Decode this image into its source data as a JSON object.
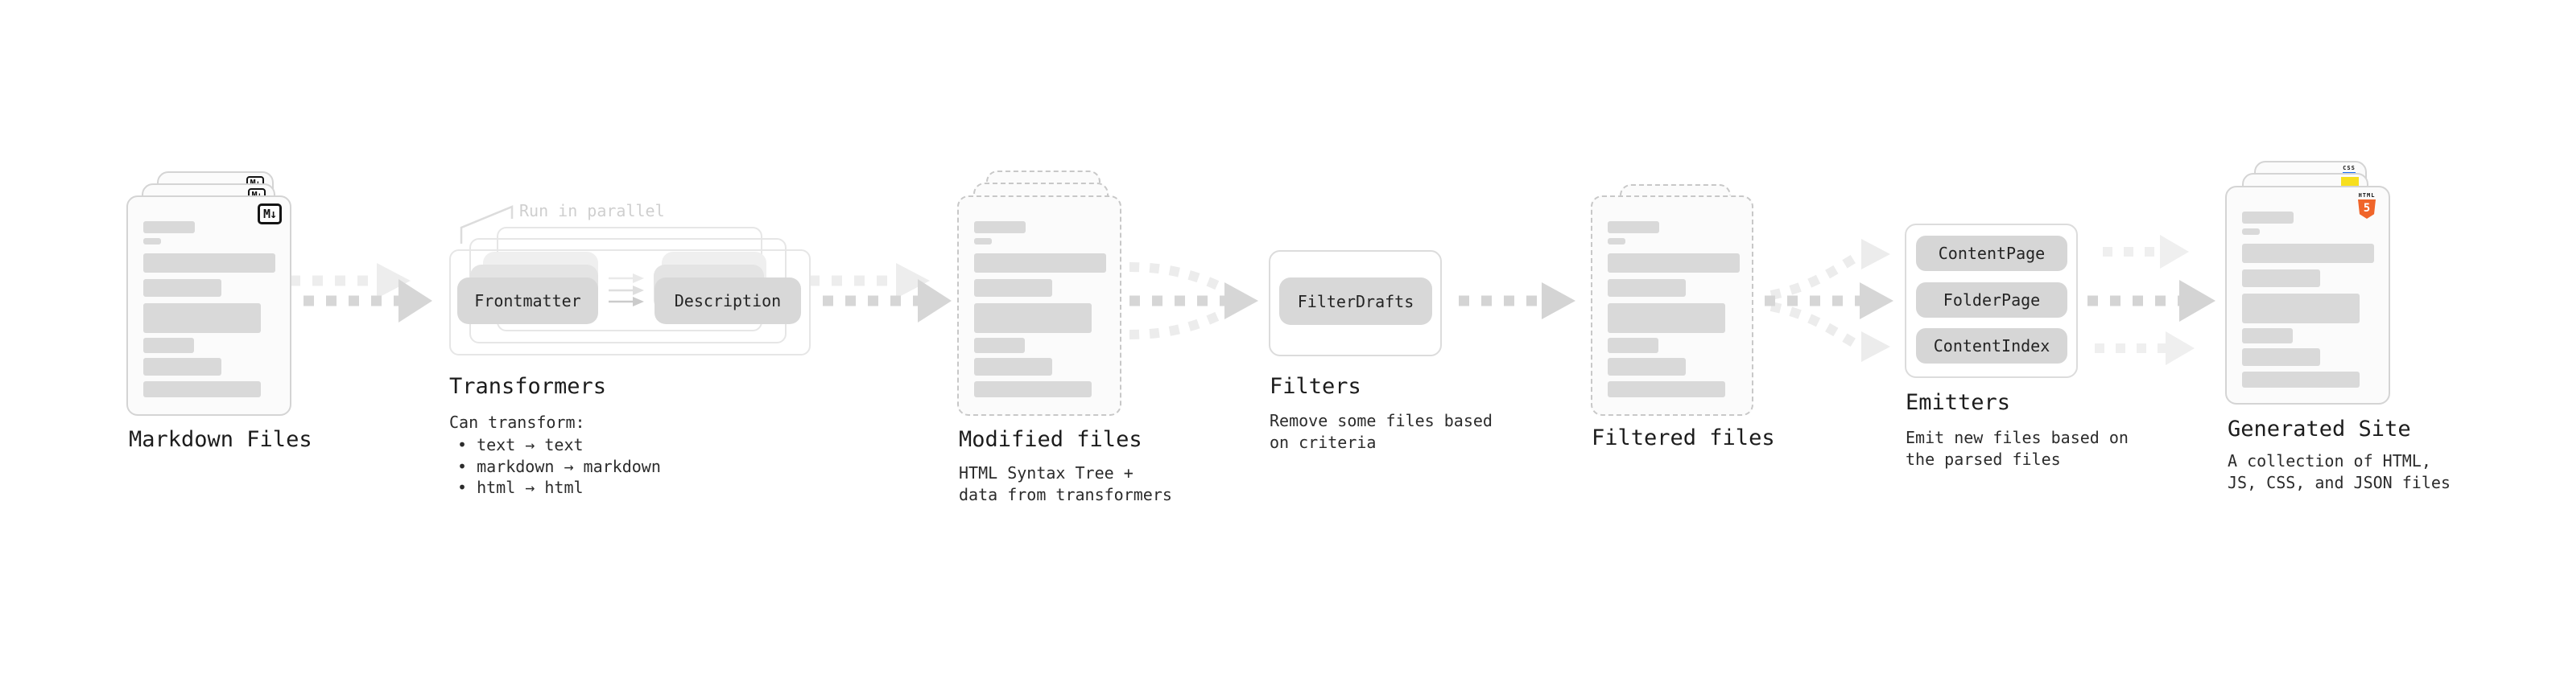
{
  "stages": {
    "markdown_files": {
      "label": "Markdown Files",
      "badge": "M↓"
    },
    "transformers": {
      "label": "Transformers",
      "annotation": "Run in parallel",
      "pill_left": "Frontmatter",
      "pill_right": "Description",
      "description_heading": "Can transform:",
      "bullets": [
        "• text → text",
        "• markdown → markdown",
        "• html → html"
      ]
    },
    "modified_files": {
      "label": "Modified files",
      "description_lines": [
        "HTML Syntax Tree +",
        "data from transformers"
      ]
    },
    "filters": {
      "label": "Filters",
      "pill": "FilterDrafts",
      "description_lines": [
        "Remove some files based",
        "on criteria"
      ]
    },
    "filtered_files": {
      "label": "Filtered files"
    },
    "emitters": {
      "label": "Emitters",
      "pills": [
        "ContentPage",
        "FolderPage",
        "ContentIndex"
      ],
      "description_lines": [
        "Emit new files based on",
        "the parsed files"
      ]
    },
    "generated_site": {
      "label": "Generated Site",
      "description_lines": [
        "A collection of HTML,",
        "JS, CSS, and JSON files"
      ],
      "badges": {
        "html_label": "HTML",
        "html_number": "5",
        "css": "CSS"
      }
    }
  },
  "colors": {
    "html5_orange": "#f0652a",
    "js_yellow": "#f7df1e",
    "css_blue": "#1a6cf5",
    "arrow_dark": "#d6d6d6",
    "arrow_light": "#ededed"
  }
}
